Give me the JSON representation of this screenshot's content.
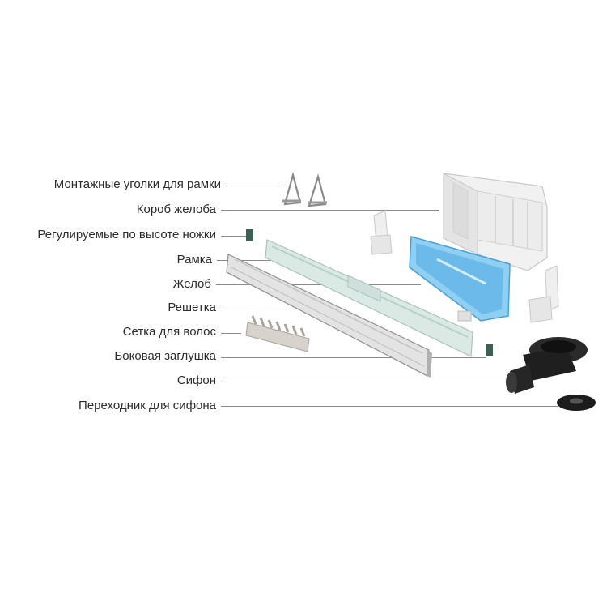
{
  "labels": [
    "Монтажные уголки для рамки",
    "Короб желоба",
    "Регулируемые по высоте ножки",
    "Рамка",
    "Желоб",
    "Решетка",
    "Сетка для волос",
    "Боковая заглушка",
    "Сифон",
    "Переходник для сифона"
  ],
  "colors": {
    "text": "#2b2b2b",
    "leader": "#8a8a8a",
    "box": "#ececec",
    "trough": "#5fb3e6",
    "frame": "#cfe0dc",
    "grate": "#d6d6d6",
    "siphon": "#1f1f1f"
  }
}
